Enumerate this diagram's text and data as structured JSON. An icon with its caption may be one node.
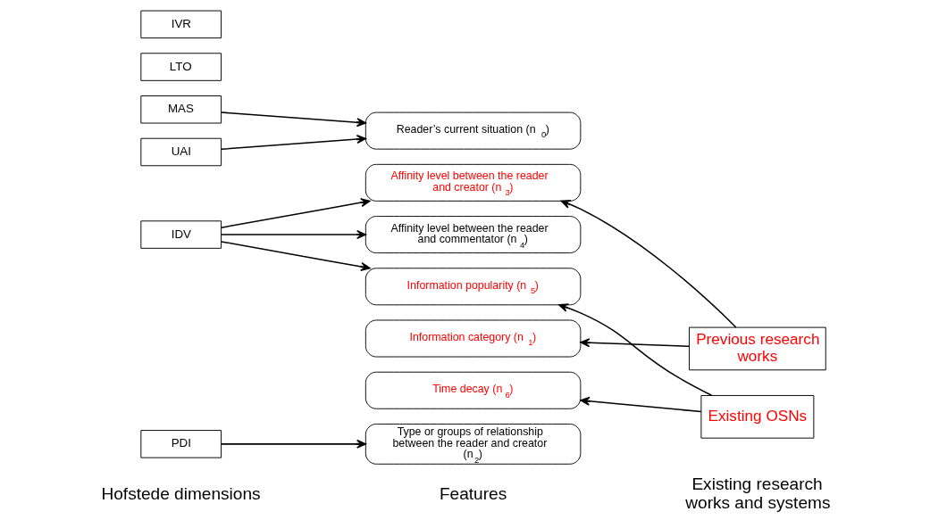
{
  "diagram": {
    "nodes": [
      {
        "text": [
          "PDI"
        ]
      },
      {
        "text": [
          "IDV"
        ]
      },
      {
        "text": [
          "MAS"
        ]
      },
      {
        "text": [
          "UAI"
        ]
      },
      {
        "text": [
          "LTO"
        ]
      },
      {
        "text": [
          "IVR"
        ]
      },
      {
        "text": [
          "Reader’s current situation (n$_{0}$)"
        ]
      },
      {
        "text": [
          "Information category (n$_{1}$)"
        ]
      },
      {
        "text": [
          "Type or groups of relationship between the reader and creator (n$_{2}$)"
        ]
      },
      {
        "text": [
          "Affinity level between the reader and creator (n$_{3}$)"
        ]
      },
      {
        "text": [
          "Affinity level between the reader and commentator (n$_{4}$)"
        ]
      },
      {
        "text": [
          "Information popularity (n$_{5}$)"
        ]
      },
      {
        "text": [
          "Time decay (n$_{6}$)"
        ]
      },
      {
        "text": [
          "Previous research works"
        ]
      },
      {
        "text": [
          "Existing OSNs"
        ]
      }
    ],
    "edges": [
      {
        "from": 0,
        "to": 8,
        "arrow": "to"
      },
      {
        "from": 1,
        "to": 9,
        "arrow": "to"
      },
      {
        "from": 1,
        "to": 10,
        "arrow": "to"
      },
      {
        "from": 1,
        "to": 11,
        "arrow": "to"
      },
      {
        "from": 2,
        "to": 6,
        "arrow": "to"
      },
      {
        "from": 3,
        "to": 6,
        "arrow": "to"
      },
      {
        "from": 13,
        "to": 7,
        "arrow": "to"
      },
      {
        "from": 13,
        "to": 9,
        "arrow": "to"
      },
      {
        "from": 14,
        "to": 11,
        "arrow": "to"
      },
      {
        "from": 14,
        "to": 12,
        "arrow": "to"
      }
    ],
    "labels": [
      "Hofstede dimensions",
      "Features",
      "Existing research works and systems"
    ]
  }
}
